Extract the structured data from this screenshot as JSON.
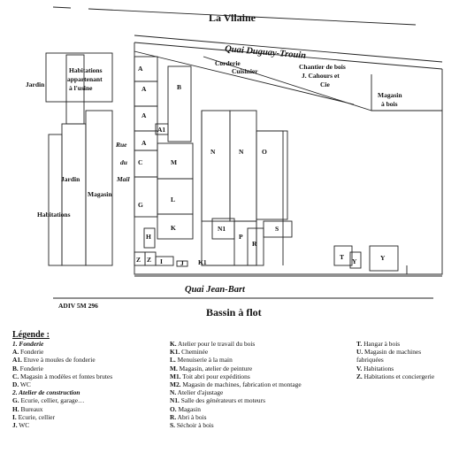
{
  "map": {
    "river": "La Vilaine",
    "basin": "Bassin à flot",
    "quai_top": "Quai Duguay-Trouin",
    "quai_bottom": "Quai Jean-Bart",
    "rue": [
      "Rue",
      "du",
      "Mail"
    ],
    "source": "ADIV 5M 296",
    "labels": {
      "jardin_top": "Jardin",
      "habitations_usine": [
        "Habitations",
        "appartenant",
        "à l'usine"
      ],
      "jardin_mid": "Jardin",
      "habitations": "Habitations",
      "magasin": "Magasin",
      "corderie": "Corderie",
      "cuisinier": "Cuisinier",
      "chantier": [
        "Chantier de bois",
        "J. Cahours  et",
        "Cie"
      ],
      "magasin_bois": [
        "Magasin",
        "à bois"
      ],
      "A1": "A1",
      "A": "A",
      "B": "B",
      "C": "C",
      "G": "G",
      "M": "M",
      "L": "L",
      "K": "K",
      "H": "H",
      "Z": "Z",
      "I": "I",
      "J": "J",
      "K1": "K1",
      "N": "N",
      "O": "O",
      "N1": "N1",
      "P": "P",
      "R": "R",
      "S": "S",
      "T": "T",
      "Y": "Y"
    }
  },
  "legend": {
    "title": "Légende :",
    "col1": [
      {
        "key": "1. Fonderie",
        "text": "",
        "style": "section"
      },
      {
        "key": "A.",
        "text": " Fonderie"
      },
      {
        "key": "A1.",
        "text": " Etuve à moules de fonderie"
      },
      {
        "key": "B.",
        "text": " Fonderie"
      },
      {
        "key": "C.",
        "text": " Magasin à modèles et fontes brutes"
      },
      {
        "key": "D.",
        "text": " WC"
      },
      {
        "key": "2. Atelier de construction",
        "text": "",
        "style": "section"
      },
      {
        "key": "G.",
        "text": " Ecurie, cellier, garage…"
      },
      {
        "key": "H.",
        "text": " Bureaux"
      },
      {
        "key": "I.",
        "text": " Ecurie, cellier"
      },
      {
        "key": "J.",
        "text": " WC"
      }
    ],
    "col2": [
      {
        "key": "K.",
        "text": " Atelier pour le travail du bois"
      },
      {
        "key": "K1.",
        "text": " Cheminée"
      },
      {
        "key": "L.",
        "text": " Menuiserie à la main"
      },
      {
        "key": "M.",
        "text": " Magasin, atelier de peinture"
      },
      {
        "key": "M1.",
        "text": " Toit abri pour expéditions"
      },
      {
        "key": "M2.",
        "text": " Magasin de machines, fabrication et montage"
      },
      {
        "key": "N.",
        "text": " Atelier d'ajustage"
      },
      {
        "key": "N1.",
        "text": " Salle des générateurs et moteurs"
      },
      {
        "key": "O.",
        "text": " Magasin"
      },
      {
        "key": "R.",
        "text": " Abri à bois"
      },
      {
        "key": "S.",
        "text": " Séchoir à bois"
      }
    ],
    "col3": [
      {
        "key": "T.",
        "text": " Hangar à bois"
      },
      {
        "key": "U.",
        "text": " Magasin de machines"
      },
      {
        "key": "",
        "text": "fabriquées"
      },
      {
        "key": "V.",
        "text": " Habitations"
      },
      {
        "key": "Z.",
        "text": " Habitations et conciergerie"
      }
    ]
  }
}
